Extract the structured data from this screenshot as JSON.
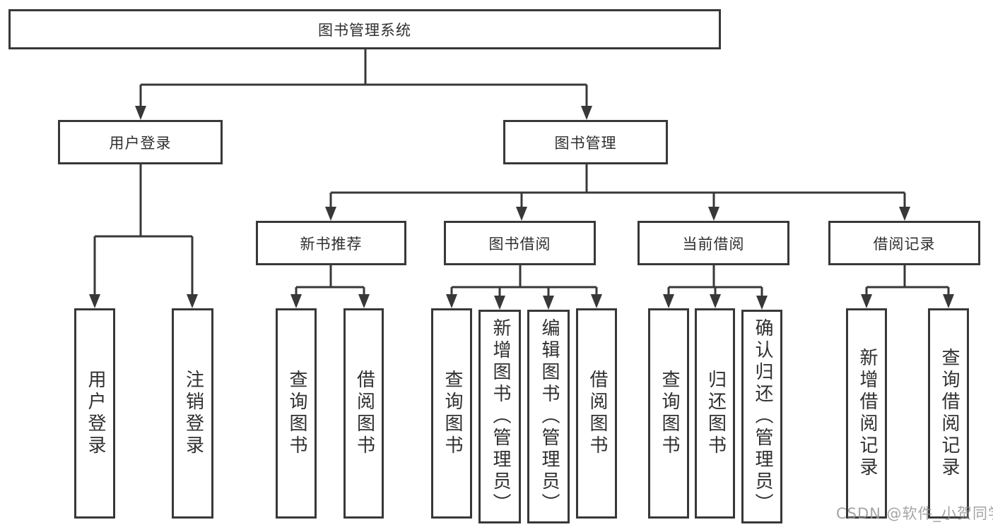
{
  "tree": {
    "root": {
      "label": "图书管理系统"
    },
    "branches": [
      {
        "label": "用户登录",
        "children": [
          {
            "label": "用户登录"
          },
          {
            "label": "注销登录"
          }
        ]
      },
      {
        "label": "图书管理",
        "groups": [
          {
            "label": "新书推荐",
            "children": [
              {
                "label": "查询图书"
              },
              {
                "label": "借阅图书"
              }
            ]
          },
          {
            "label": "图书借阅",
            "children": [
              {
                "label": "查询图书"
              },
              {
                "label": "新增图书（管理员）"
              },
              {
                "label": "编辑图书（管理员）"
              },
              {
                "label": "借阅图书"
              }
            ]
          },
          {
            "label": "当前借阅",
            "children": [
              {
                "label": "查询图书"
              },
              {
                "label": "归还图书"
              },
              {
                "label": "确认归还（管理员）"
              }
            ]
          },
          {
            "label": "借阅记录",
            "children": [
              {
                "label": "新增借阅记录"
              },
              {
                "label": "查询借阅记录"
              }
            ]
          }
        ]
      }
    ]
  },
  "watermark": "CSDN @软件_小贺同学",
  "colors": {
    "line": "#383838",
    "text": "#2f2f2f",
    "watermark": "#949494",
    "background": "#ffffff"
  }
}
